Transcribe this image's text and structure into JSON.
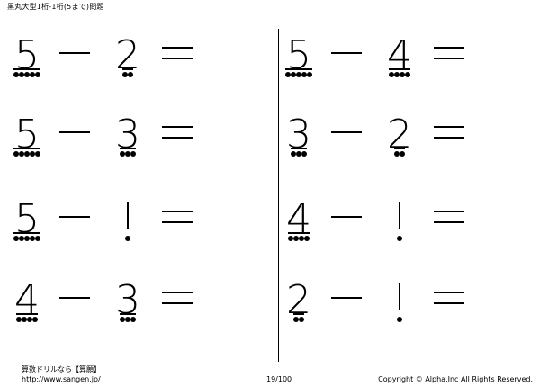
{
  "header": {
    "title": "黒丸大型1桁-1桁(5まで)問題"
  },
  "problems": [
    {
      "a": "5",
      "a_dots": 5,
      "b": "2",
      "b_dots": 2
    },
    {
      "a": "5",
      "a_dots": 5,
      "b": "3",
      "b_dots": 3
    },
    {
      "a": "5",
      "a_dots": 5,
      "b": "1",
      "b_dots": 1
    },
    {
      "a": "4",
      "a_dots": 4,
      "b": "3",
      "b_dots": 3
    },
    {
      "a": "5",
      "a_dots": 5,
      "b": "4",
      "b_dots": 4
    },
    {
      "a": "3",
      "a_dots": 3,
      "b": "2",
      "b_dots": 2
    },
    {
      "a": "4",
      "a_dots": 4,
      "b": "1",
      "b_dots": 1
    },
    {
      "a": "2",
      "a_dots": 2,
      "b": "1",
      "b_dots": 1
    }
  ],
  "footer": {
    "brand": "算数ドリルなら【算願】",
    "url": "http://www.sangen.jp/",
    "page": "19/100",
    "copyright": "Copyright © Alpha,Inc All Rights Reserved."
  }
}
